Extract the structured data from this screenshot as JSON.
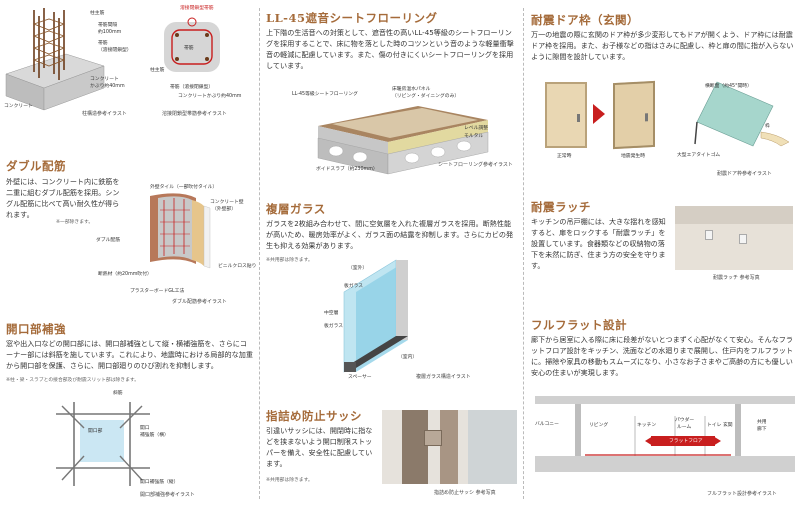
{
  "col1": {
    "rebar_labels": {
      "main_rebar": "柱主筋",
      "hoop_spacing_1": "帯筋間隔",
      "hoop_spacing_2": "約100mm",
      "hoop_type": "帯筋",
      "hoop_type_sub": "（溶接閉鎖型）",
      "cover_1": "コンクリート",
      "cover_2": "かぶり約40mm",
      "concrete": "コンクリート",
      "weld_closed": "溶接閉鎖型帯筋",
      "hoop": "帯筋",
      "main_rebar_2": "柱主筋",
      "hoop_detail": "帯筋（溶接閉鎖型）",
      "cover_detail": "コンクリートかぶり約40mm"
    },
    "caption_column": "柱構造参考イラスト",
    "caption_weld": "溶接閉鎖型帯筋参考イラスト",
    "double_title": "ダブル配筋",
    "double_text": "外壁には、コンクリート内に鉄筋を二重に組むダブル配筋を採用。シングル配筋に比べて高い耐久性が得られます。",
    "double_note": "※一部除きます。",
    "double_labels": {
      "tile": "外壁タイル（一部吹付タイル）",
      "concrete_wall": "コンクリート壁",
      "concrete_wall_sub": "（外壁部）",
      "double_rebar": "ダブル配筋",
      "vinyl": "ビニルクロス貼り",
      "insulation": "断熱材（約20mm吹付）",
      "plaster": "プラスターボードGL工法"
    },
    "double_caption": "ダブル配筋参考イラスト",
    "opening_title": "開口部補強",
    "opening_text": "窓や出入口などの開口部には、開口部補強として縦・横補強筋を、さらにコーナー部には斜筋を施しています。これにより、地震時における局部的な加重から開口部を保護、さらに、開口部廻りのひび割れを抑制します。",
    "opening_note": "※柱・梁・スラブとの接合部及び耐震スリット部は除きます。",
    "opening_labels": {
      "diagonal": "斜筋",
      "opening": "開口部",
      "h_bar_1": "開口",
      "h_bar_2": "補強筋（横）",
      "v_bar": "開口補強筋（縦）"
    },
    "opening_caption": "開口部補強参考イラスト"
  },
  "col2": {
    "floor_title": "LL-45遮音シートフローリング",
    "floor_text": "上下階の生活音への対策として、遮音性の高いLL-45等級のシートフローリングを採用することで、床に物を落とした時のコツンという音のような軽量衝撃音の軽減に配慮しています。また、傷の付きにくいシートフローリングを採用しています。",
    "floor_labels": {
      "sheet": "LL-45等級シートフローリング",
      "heating": "床暖房温水パネル",
      "heating_sub": "（リビング・ダイニングのみ）",
      "level": "レベル調整",
      "mortar": "モルタル",
      "slab": "ボイドスラブ（約230mm）"
    },
    "floor_caption": "シートフローリング参考イラスト",
    "glass_title": "複層ガラス",
    "glass_text": "ガラスを2枚組み合わせて、間に空気層を入れた複層ガラスを採用。断熱性能が高いため、暖房効率がよく、ガラス面の結露を抑制します。さらにカビの発生も抑える効果があります。",
    "glass_note": "※共用部は除きます。",
    "glass_labels": {
      "outdoor": "（室外）",
      "plate_1": "板ガラス",
      "hollow": "中空層",
      "plate_2": "板ガラス",
      "indoor": "（室内）",
      "spacer": "スペーサー"
    },
    "glass_caption": "複層ガラス構造イラスト",
    "sash_title": "指詰め防止サッシ",
    "sash_text": "引違いサッシには、開閉時に指などを挟まないよう開口制限ストッパーを備え、安全性に配慮しています。",
    "sash_note": "※共用部は除きます。",
    "sash_caption": "指詰め防止サッシ 参考写真"
  },
  "col3": {
    "door_title": "耐震ドア枠（玄関）",
    "door_text": "万一の地震の際に玄関のドア枠が多少変形してもドアが開くよう、ドア枠には耐震ドア枠を採用。また、お子様などの指はさみに配慮し、枠と扉の間に指が入らないように隙間を設計しています。",
    "door_labels": {
      "normal": "正常時",
      "quake": "地震発生時",
      "frame_pre": "横断面（約45°開時）",
      "frame": "枠",
      "tight": "大型エアタイトゴム"
    },
    "door_caption": "耐震ドア枠参考イラスト",
    "latch_title": "耐震ラッチ",
    "latch_text": "キッチンの吊戸棚には、大きな揺れを感知すると、扉をロックする「耐震ラッチ」を設置しています。食器類などの収納物の落下を未然に防ぎ、住まう方の安全を守ります。",
    "latch_caption": "耐震ラッチ 参考写真",
    "flat_title": "フルフラット設計",
    "flat_text": "廊下から居室に入る際に床に段差がないとつまずく心配がなくて安心。そんなフラットフロア設計をキッチン、洗面などの水廻りまで展開し、住戸内をフルフラットに。掃除や家具の移動もスムーズになり、小さなお子さまやご高齢の方にも優しい安心の住まいが実現します。",
    "flat_labels": {
      "balcony": "バルコニー",
      "living": "リビング",
      "kitchen": "キッチン",
      "powder_1": "パウダー",
      "powder_2": "ルーム",
      "toilet": "トイレ",
      "entrance": "玄関",
      "corridor_1": "共用",
      "corridor_2": "廊下",
      "flat_floor": "フラットフロア"
    },
    "flat_caption": "フルフラット設計参考イラスト"
  },
  "colors": {
    "heading": "#a56b3a",
    "accent_red": "#c81e1e",
    "glass": "#8ed0e6"
  }
}
